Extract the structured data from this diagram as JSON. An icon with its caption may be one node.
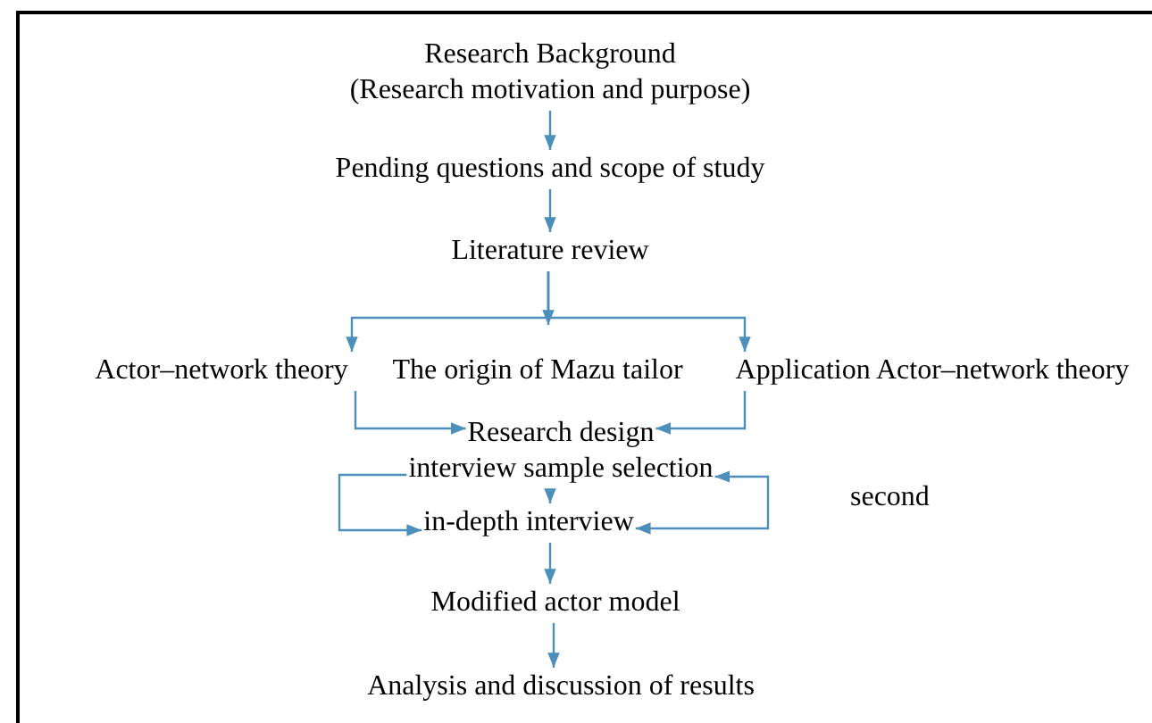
{
  "diagram": {
    "nodes": [
      {
        "text": [
          "Research Background",
          "(Research motivation and purpose)"
        ]
      },
      {
        "text": [
          "Pending questions and scope of study"
        ]
      },
      {
        "text": [
          "Literature review"
        ]
      },
      {
        "text": [
          "Actor–network theory"
        ]
      },
      {
        "text": [
          "The origin of Mazu tailor"
        ]
      },
      {
        "text": [
          "Application Actor–network theory"
        ]
      },
      {
        "text": [
          "Research design"
        ]
      },
      {
        "text": [
          "interview sample selection"
        ]
      },
      {
        "text": [
          "in-depth interview"
        ]
      },
      {
        "text": [
          "Modified actor model"
        ]
      },
      {
        "text": [
          "Analysis and discussion of results"
        ]
      }
    ],
    "edges": [
      {
        "from": 0,
        "to": 1,
        "arrow": "to"
      },
      {
        "from": 1,
        "to": 2,
        "arrow": "to"
      },
      {
        "from": 2,
        "to": 3,
        "arrow": "to"
      },
      {
        "from": 2,
        "to": 4,
        "arrow": "to"
      },
      {
        "from": 2,
        "to": 5,
        "arrow": "to"
      },
      {
        "from": 3,
        "to": 6,
        "arrow": "to"
      },
      {
        "from": 5,
        "to": 6,
        "arrow": "to"
      },
      {
        "from": 7,
        "to": 8,
        "arrow": "to"
      },
      {
        "from": 7,
        "to": 8,
        "arrow": "to"
      },
      {
        "from": 8,
        "to": 7,
        "arrow": "both"
      },
      {
        "from": 8,
        "to": 9,
        "arrow": "to"
      },
      {
        "from": 9,
        "to": 10,
        "arrow": "to"
      }
    ],
    "labels": [
      "second"
    ]
  }
}
